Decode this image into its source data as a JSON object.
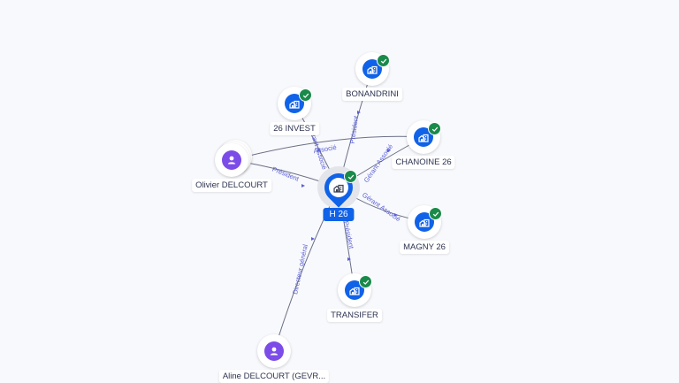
{
  "colors": {
    "company": "#1062e8",
    "person": "#7c4ce8",
    "verified": "#1a8a4a",
    "edge": "#6b6f86",
    "edge_label": "#5a5fd6"
  },
  "central": {
    "id": "h26",
    "label": "H 26",
    "type": "company",
    "verified": true,
    "icon": "building-icon"
  },
  "nodes": [
    {
      "id": "bonandrini",
      "label": "BONANDRINI",
      "type": "company",
      "verified": true,
      "icon": "building-icon"
    },
    {
      "id": "invest26",
      "label": "26 INVEST",
      "type": "company",
      "verified": true,
      "icon": "building-icon"
    },
    {
      "id": "chanoine26",
      "label": "CHANOINE 26",
      "type": "company",
      "verified": true,
      "icon": "building-icon"
    },
    {
      "id": "olivier",
      "label": "Olivier DELCOURT",
      "type": "person",
      "verified": false,
      "icon": "person-icon",
      "stacked": true
    },
    {
      "id": "magny26",
      "label": "MAGNY 26",
      "type": "company",
      "verified": true,
      "icon": "building-icon"
    },
    {
      "id": "transifer",
      "label": "TRANSIFER",
      "type": "company",
      "verified": true,
      "icon": "building-icon"
    },
    {
      "id": "aline",
      "label": "Aline DELCOURT (GEVR...",
      "type": "person",
      "verified": false,
      "icon": "person-icon"
    }
  ],
  "edges": [
    {
      "from": "h26",
      "to": "bonandrini",
      "label": "Président"
    },
    {
      "from": "h26",
      "to": "invest26",
      "label": "Gérant Associé"
    },
    {
      "from": "h26",
      "to": "chanoine26",
      "label": "Gérant Associé"
    },
    {
      "from": "olivier",
      "to": "h26",
      "label": "Président"
    },
    {
      "from": "olivier",
      "to": "chanoine26",
      "label": "Associé"
    },
    {
      "from": "h26",
      "to": "magny26",
      "label": "Gérant Associé"
    },
    {
      "from": "h26",
      "to": "transifer",
      "label": "Président"
    },
    {
      "from": "aline",
      "to": "h26",
      "label": "Directeur général"
    }
  ]
}
